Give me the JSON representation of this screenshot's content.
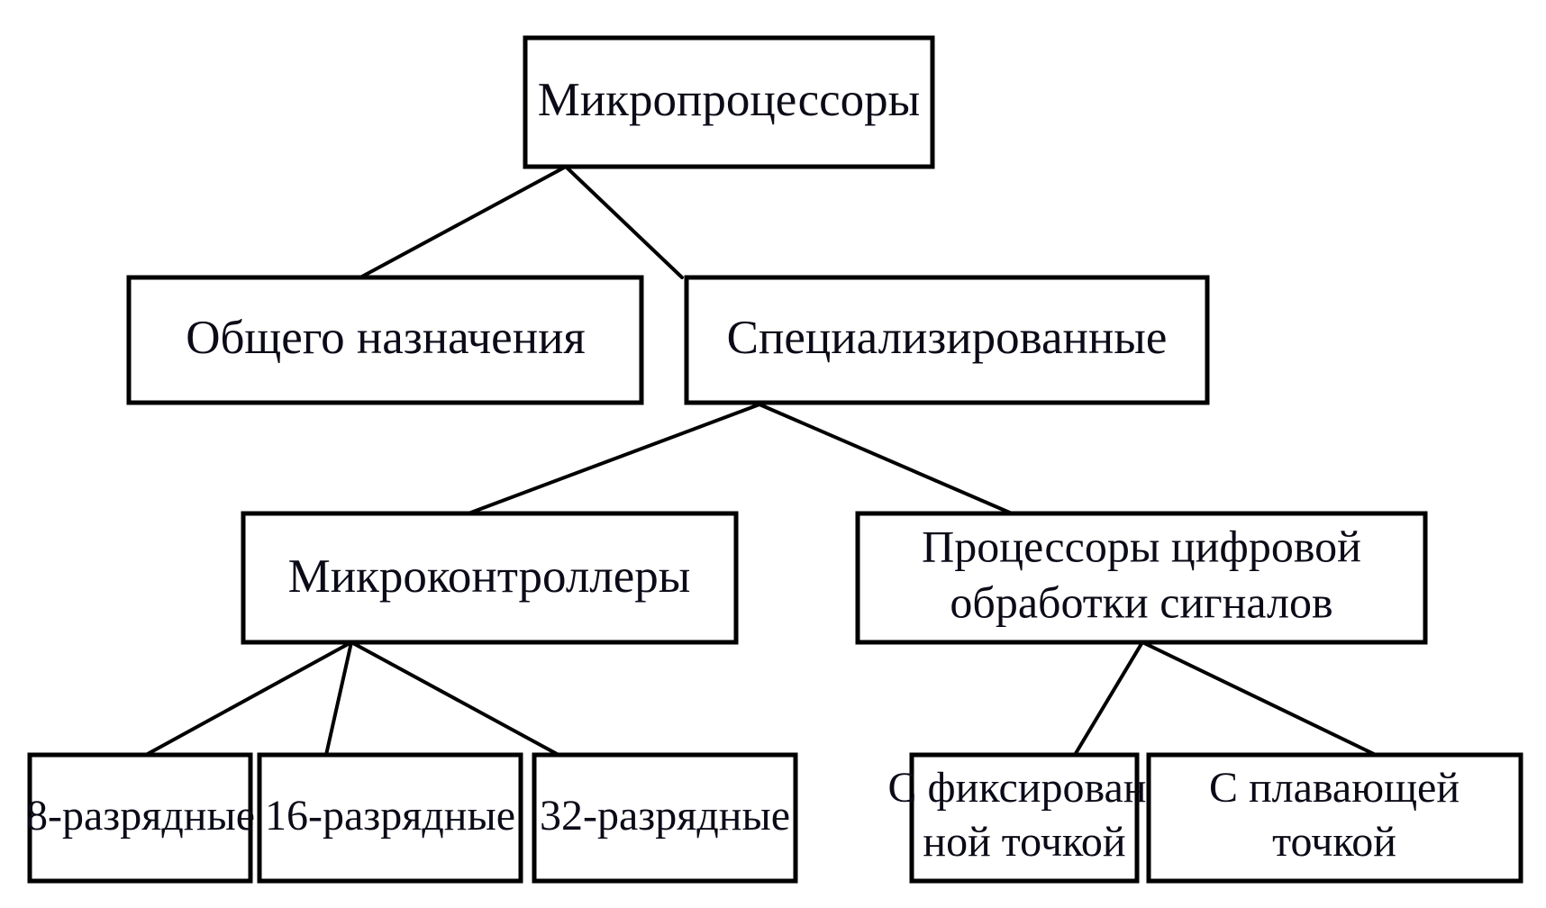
{
  "diagram": {
    "type": "hierarchy-tree",
    "title": "Микропроцессоры",
    "background_color": "#ffffff",
    "line_color": "#000000",
    "text_color": "#0b0b18",
    "nodes": {
      "root": {
        "label": "Микропроцессоры"
      },
      "general_purpose": {
        "label": "Общего назначения"
      },
      "specialized": {
        "label": "Специализированные"
      },
      "microcontrollers": {
        "label": "Микроконтроллеры"
      },
      "dsp": {
        "line1": "Процессоры цифровой",
        "line2": "обработки сигналов"
      },
      "mcu_8bit": {
        "label": "8-разрядные"
      },
      "mcu_16bit": {
        "label": "16-разрядные"
      },
      "mcu_32bit": {
        "label": "32-разрядные"
      },
      "fixed_point": {
        "line1": "С фиксирован-",
        "line2": "ной точкой"
      },
      "floating_point": {
        "line1": "С плавающей",
        "line2": "точкой"
      }
    },
    "edges": [
      {
        "from": "root",
        "to": "general_purpose"
      },
      {
        "from": "root",
        "to": "specialized"
      },
      {
        "from": "specialized",
        "to": "microcontrollers"
      },
      {
        "from": "specialized",
        "to": "dsp"
      },
      {
        "from": "microcontrollers",
        "to": "mcu_8bit"
      },
      {
        "from": "microcontrollers",
        "to": "mcu_16bit"
      },
      {
        "from": "microcontrollers",
        "to": "mcu_32bit"
      },
      {
        "from": "dsp",
        "to": "fixed_point"
      },
      {
        "from": "dsp",
        "to": "floating_point"
      }
    ]
  }
}
